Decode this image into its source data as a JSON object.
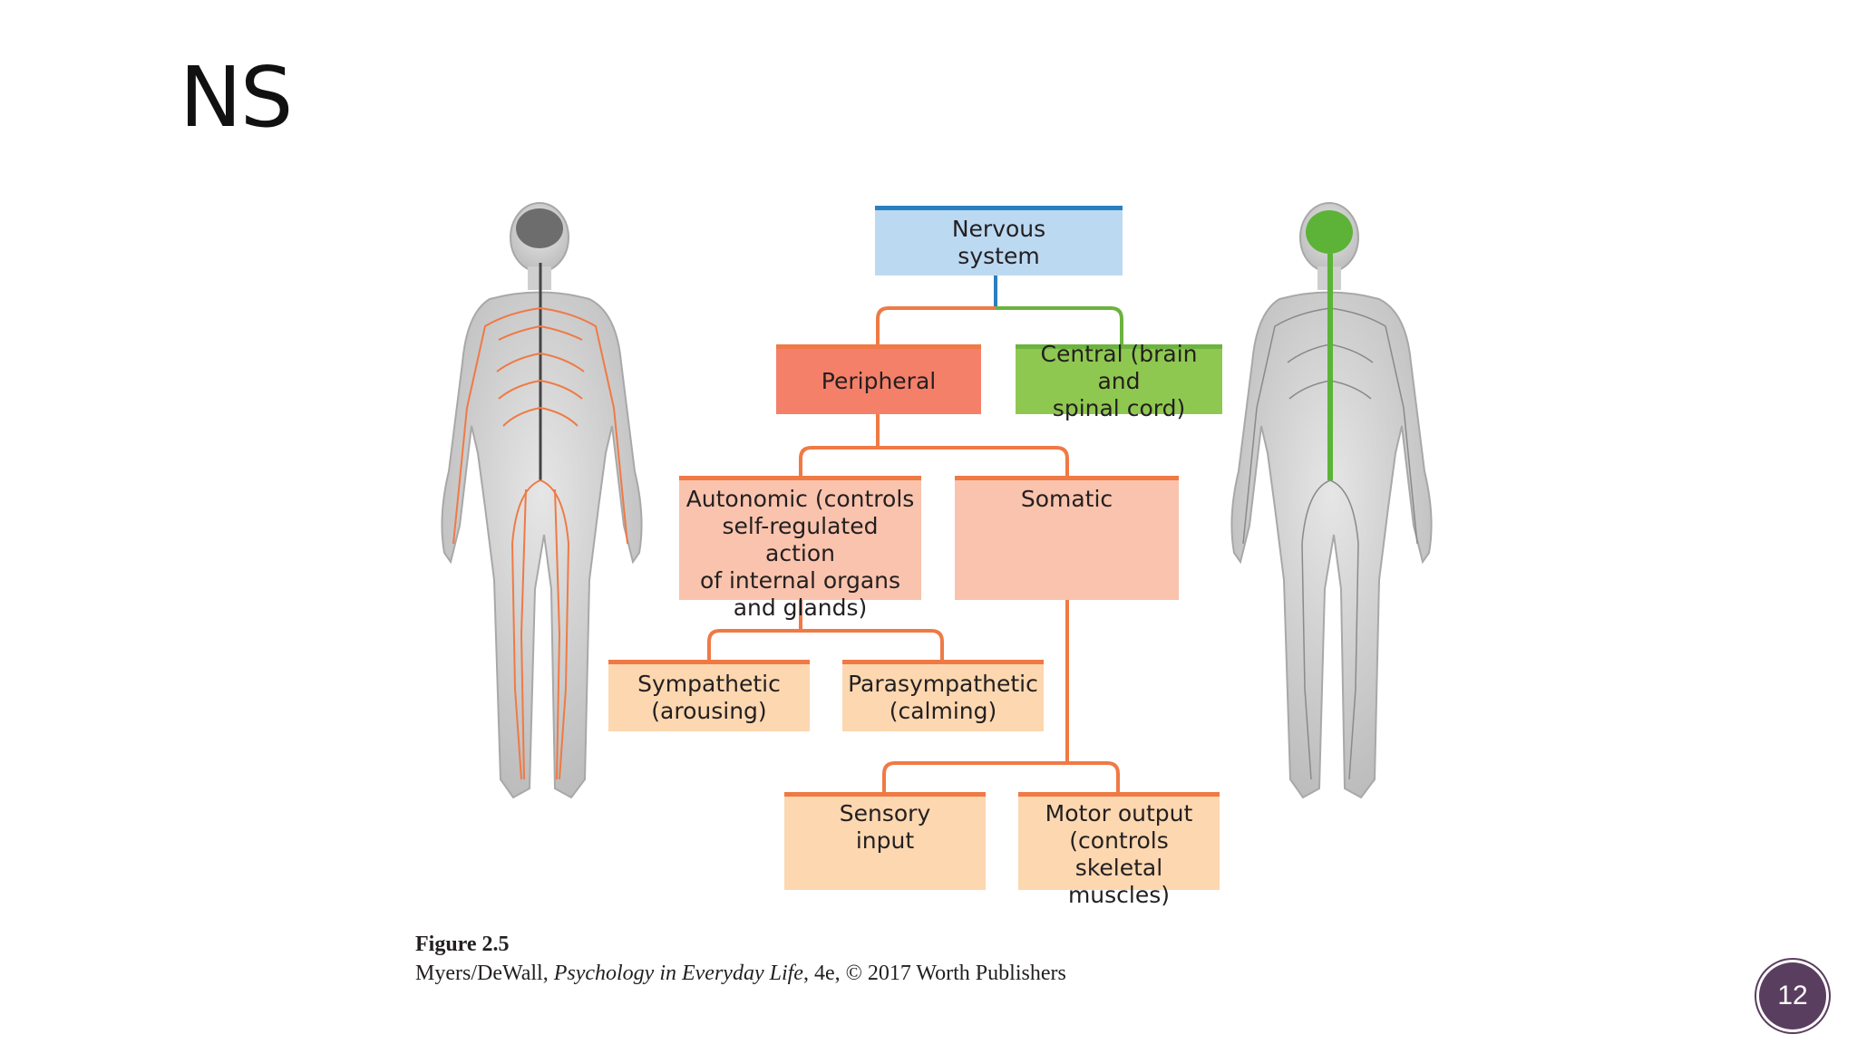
{
  "slide": {
    "title": "NS",
    "page_number": "12"
  },
  "diagram": {
    "nodes": {
      "nervous_system": [
        "Nervous",
        "system"
      ],
      "peripheral": [
        "Peripheral"
      ],
      "central": [
        "Central (brain and",
        "spinal cord)"
      ],
      "autonomic": [
        "Autonomic (controls",
        "self-regulated action",
        "of internal organs",
        "and glands)"
      ],
      "somatic": [
        "Somatic"
      ],
      "sympathetic": [
        "Sympathetic",
        "(arousing)"
      ],
      "parasympathetic": [
        "Parasympathetic",
        "(calming)"
      ],
      "sensory": [
        "Sensory",
        "input"
      ],
      "motor": [
        "Motor output",
        "(controls skeletal",
        "muscles)"
      ]
    },
    "colors": {
      "nervous_fill": "#bcd9f2",
      "nervous_bar": "#2a7fc1",
      "peripheral_fill": "#f4806a",
      "central_fill": "#8fc850",
      "orange_line": "#ef7a45",
      "green_line": "#6cb33f",
      "mid_fill": "#f9c3ad",
      "light_fill": "#fcd7b0"
    }
  },
  "caption": {
    "figure_label": "Figure 2.5",
    "authors": "Myers/DeWall, ",
    "book": "Psychology in Everyday Life",
    "rest": ", 4e, © 2017 Worth Publishers"
  }
}
